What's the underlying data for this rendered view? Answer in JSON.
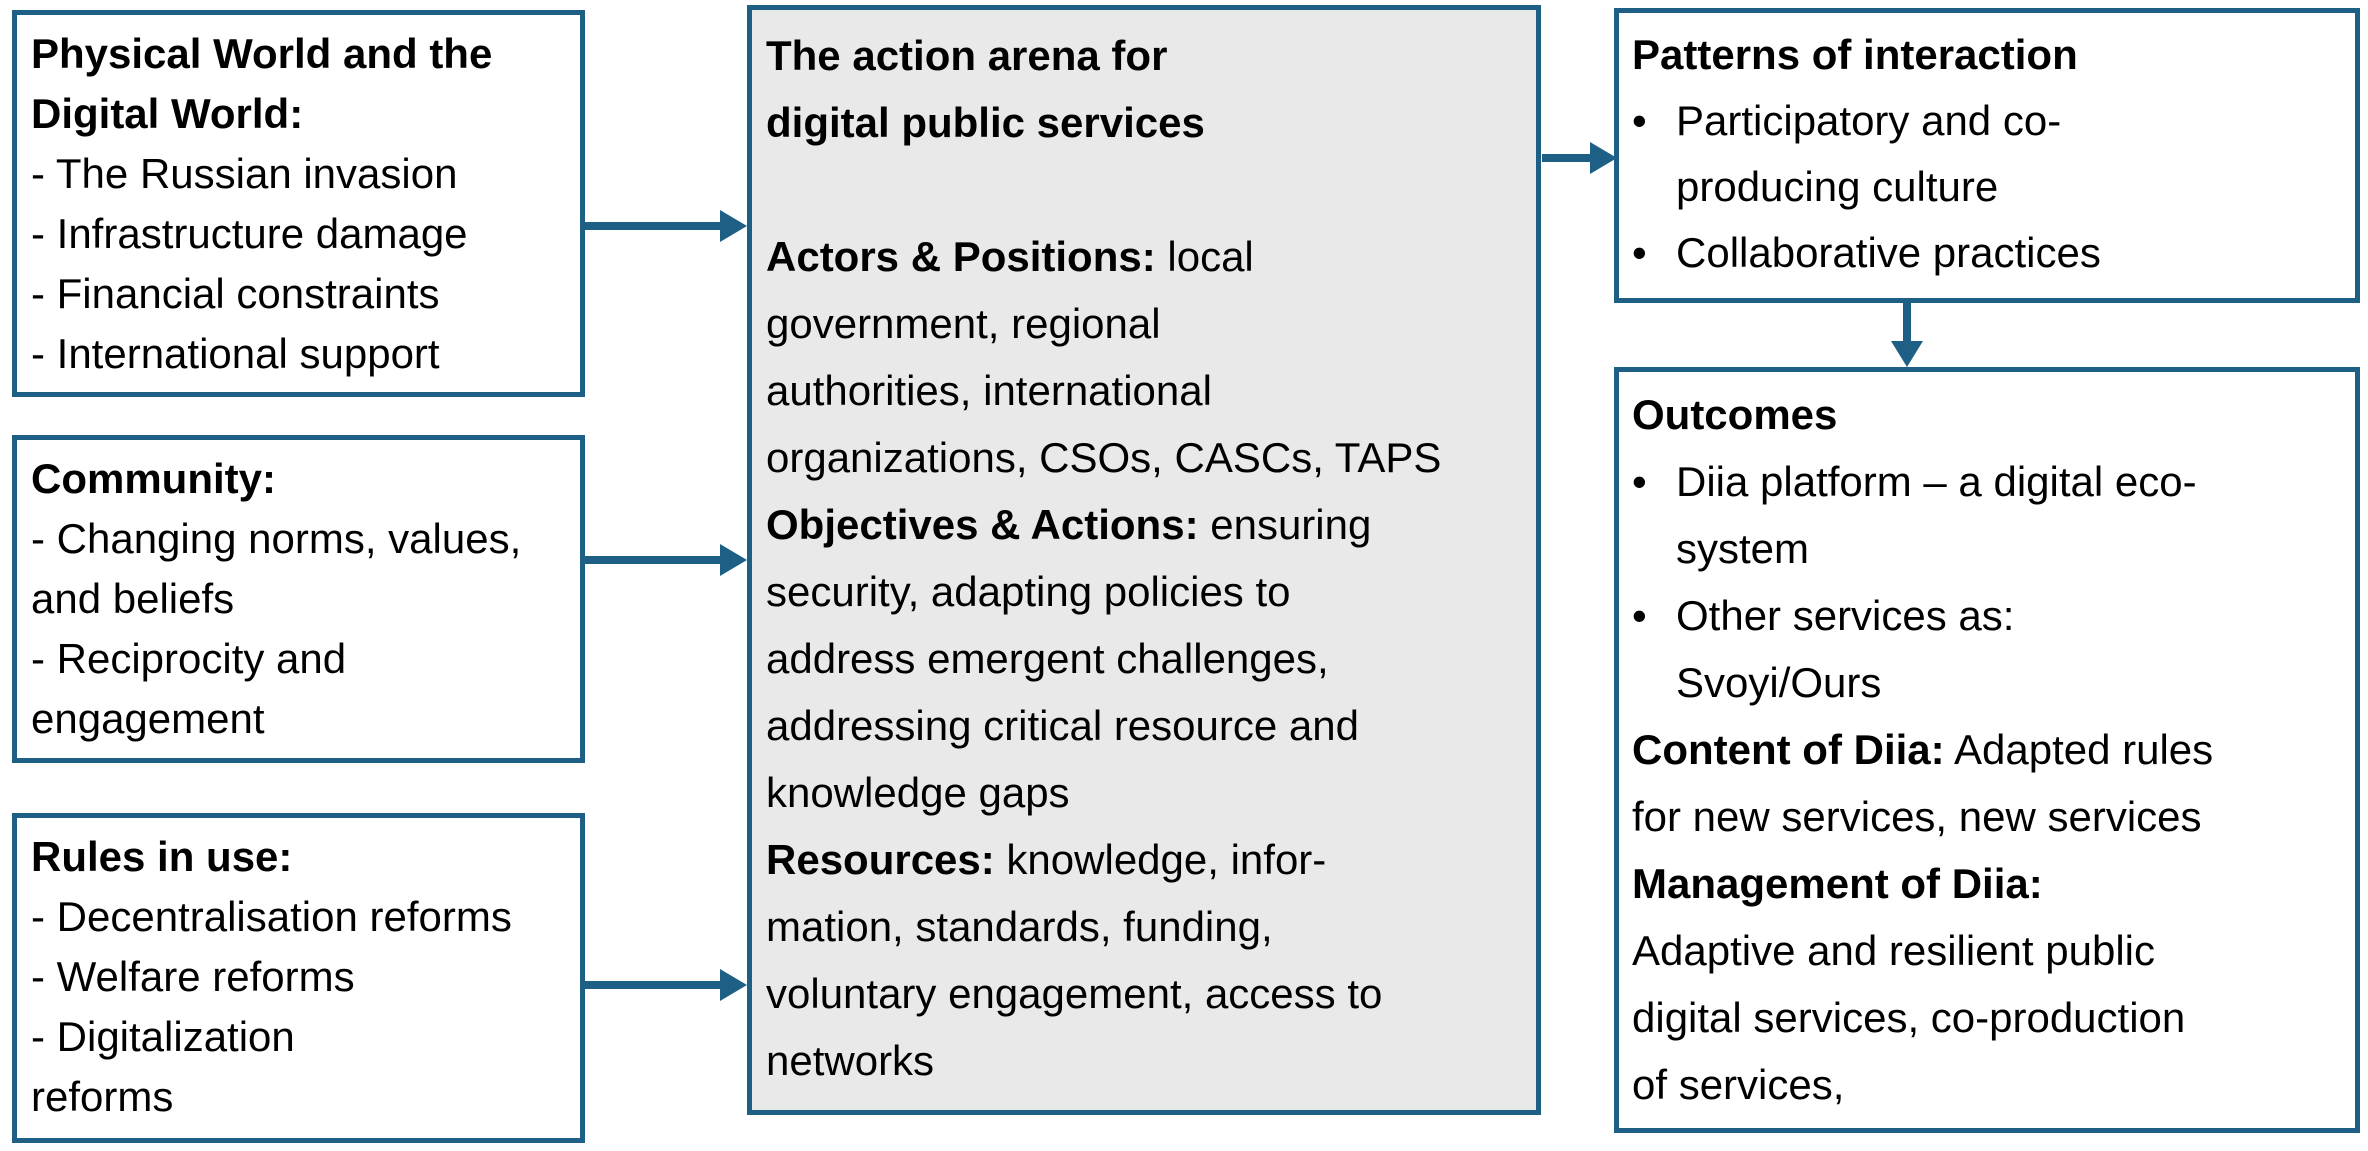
{
  "diagram": {
    "bullet_glyph": "•",
    "colors": {
      "line": "#1e6085",
      "arena_bg": "#e9e9e9",
      "box_bg": "#ffffff",
      "text": "#000000"
    },
    "boxes": {
      "physical_digital_world": {
        "rows": [
          {
            "segs": [
              {
                "b": true,
                "t": "Physical World and the"
              }
            ]
          },
          {
            "segs": [
              {
                "b": true,
                "t": "Digital World:"
              }
            ]
          },
          {
            "segs": [
              {
                "t": "- The Russian invasion"
              }
            ]
          },
          {
            "segs": [
              {
                "t": "- Infrastructure damage"
              }
            ]
          },
          {
            "segs": [
              {
                "t": "- Financial constraints"
              }
            ]
          },
          {
            "segs": [
              {
                "t": "- International support"
              }
            ]
          }
        ]
      },
      "community": {
        "rows": [
          {
            "segs": [
              {
                "b": true,
                "t": "Community:"
              }
            ]
          },
          {
            "segs": [
              {
                "t": "- Changing norms, values,"
              }
            ]
          },
          {
            "segs": [
              {
                "t": "and beliefs"
              }
            ]
          },
          {
            "segs": [
              {
                "t": "- Reciprocity and"
              }
            ]
          },
          {
            "segs": [
              {
                "t": "engagement"
              }
            ]
          }
        ]
      },
      "rules_in_use": {
        "rows": [
          {
            "segs": [
              {
                "b": true,
                "t": "Rules in use:"
              }
            ]
          },
          {
            "segs": [
              {
                "t": "- Decentralisation reforms"
              }
            ]
          },
          {
            "segs": [
              {
                "t": "- Welfare reforms"
              }
            ]
          },
          {
            "segs": [
              {
                "t": "- Digitalization"
              }
            ]
          },
          {
            "segs": [
              {
                "t": "reforms"
              }
            ]
          }
        ]
      },
      "action_arena": {
        "rows": [
          {
            "segs": [
              {
                "b": true,
                "t": "The action arena for"
              }
            ]
          },
          {
            "segs": [
              {
                "b": true,
                "t": "digital public services"
              }
            ]
          },
          {
            "segs": []
          },
          {
            "segs": [
              {
                "b": true,
                "t": "Actors & Positions:"
              },
              {
                "t": " local"
              }
            ]
          },
          {
            "segs": [
              {
                "t": "government, regional"
              }
            ]
          },
          {
            "segs": [
              {
                "t": "authorities, international"
              }
            ]
          },
          {
            "segs": [
              {
                "t": "organizations, CSOs, CASCs, TAPS"
              }
            ]
          },
          {
            "segs": [
              {
                "b": true,
                "t": "Objectives & Actions:"
              },
              {
                "t": " ensuring"
              }
            ]
          },
          {
            "segs": [
              {
                "t": "security, adapting policies to"
              }
            ]
          },
          {
            "segs": [
              {
                "t": "address emergent challenges,"
              }
            ]
          },
          {
            "segs": [
              {
                "t": "addressing critical resource and"
              }
            ]
          },
          {
            "segs": [
              {
                "t": "knowledge gaps"
              }
            ]
          },
          {
            "segs": [
              {
                "b": true,
                "t": "Resources:"
              },
              {
                "t": " knowledge, infor-"
              }
            ]
          },
          {
            "segs": [
              {
                "t": "mation, standards, funding,"
              }
            ]
          },
          {
            "segs": [
              {
                "t": "voluntary engagement, access to"
              }
            ]
          },
          {
            "segs": [
              {
                "t": "networks"
              }
            ]
          }
        ]
      },
      "patterns_of_interaction": {
        "rows": [
          {
            "segs": [
              {
                "b": true,
                "t": "Patterns of interaction"
              }
            ]
          },
          {
            "bullet": true,
            "segs": [
              {
                "t": "Participatory and co-"
              }
            ]
          },
          {
            "indent": true,
            "segs": [
              {
                "t": "producing culture"
              }
            ]
          },
          {
            "bullet": true,
            "segs": [
              {
                "t": "Collaborative practices"
              }
            ]
          }
        ]
      },
      "outcomes": {
        "rows": [
          {
            "segs": [
              {
                "b": true,
                "t": "Outcomes"
              }
            ]
          },
          {
            "bullet": true,
            "segs": [
              {
                "t": "Diia platform – a digital eco-"
              }
            ]
          },
          {
            "indent": true,
            "segs": [
              {
                "t": "system"
              }
            ]
          },
          {
            "bullet": true,
            "segs": [
              {
                "t": "Other services as:"
              }
            ]
          },
          {
            "indent": true,
            "segs": [
              {
                "t": "Svoyi/Ours"
              }
            ]
          },
          {
            "segs": [
              {
                "b": true,
                "t": "Content of Diia:"
              },
              {
                "t": " Adapted rules"
              }
            ]
          },
          {
            "segs": [
              {
                "t": "for new services, new services"
              }
            ]
          },
          {
            "segs": [
              {
                "b": true,
                "t": "Management of Diia:"
              }
            ]
          },
          {
            "segs": [
              {
                "t": "Adaptive and resilient public"
              }
            ]
          },
          {
            "segs": [
              {
                "t": "digital services, co-production"
              }
            ]
          },
          {
            "segs": [
              {
                "t": "of services,"
              }
            ]
          }
        ]
      }
    }
  }
}
